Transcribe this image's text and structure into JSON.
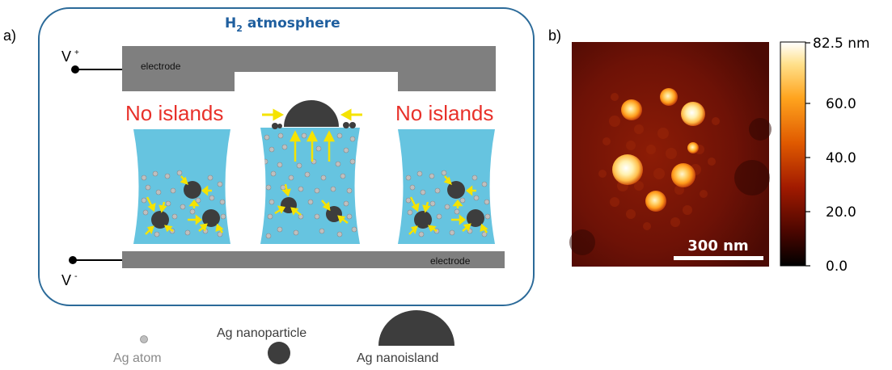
{
  "panel_a": {
    "label": "a)",
    "atmosphere": {
      "main": "H",
      "sub": "2",
      "rest": "atmosphere"
    },
    "v_plus": {
      "main": "V",
      "sign": "+"
    },
    "v_minus": {
      "main": "V",
      "sign": "-"
    },
    "top_electrode": "electrode",
    "bottom_electrode": "electrode",
    "left_label": "No islands",
    "right_label": "No islands"
  },
  "legend": {
    "atom": "Ag atom",
    "nanoparticle": "Ag nanoparticle",
    "nanoisland": "Ag nanoisland"
  },
  "panel_b": {
    "label": "b)",
    "scale_bar": "300 nm",
    "colorbar_ticks": [
      "82.5 nm",
      "60.0",
      "40.0",
      "20.0",
      "0.0"
    ]
  },
  "colors": {
    "frame": "#2b6a99",
    "title_blue": "#1f5f9f",
    "electrode": "#7f7f7f",
    "solution": "#66c4e0",
    "particle": "#3d3d3d",
    "atom": "#bfbfbf",
    "arrow": "#f5e300",
    "red_label": "#e8312a"
  }
}
